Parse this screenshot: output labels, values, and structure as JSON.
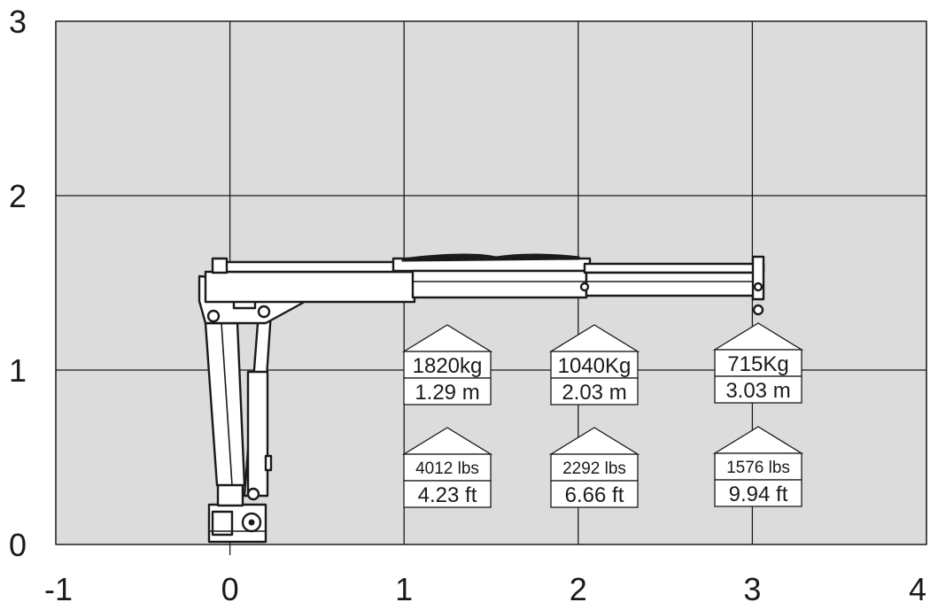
{
  "colors": {
    "plot_bg": "#dcdcdd",
    "grid": "#1a1a1a",
    "ink": "#1a1a1a",
    "box_bg": "#ffffff"
  },
  "chart_data": {
    "type": "diagram",
    "x_ticks": [
      "-1",
      "0",
      "1",
      "2",
      "3",
      "4"
    ],
    "y_ticks": [
      "0",
      "1",
      "2",
      "3"
    ],
    "xlim": [
      -1,
      4
    ],
    "ylim": [
      0,
      3
    ],
    "grid": true,
    "load_points": [
      {
        "x": 1.29,
        "metric_load": "1820kg",
        "metric_reach": "1.29 m",
        "imperial_load": "4012 lbs",
        "imperial_reach": "4.23 ft"
      },
      {
        "x": 2.03,
        "metric_load": "1040Kg",
        "metric_reach": "2.03 m",
        "imperial_load": "2292 lbs",
        "imperial_reach": "6.66 ft"
      },
      {
        "x": 3.03,
        "metric_load": "715Kg",
        "metric_reach": "3.03 m",
        "imperial_load": "1576 lbs",
        "imperial_reach": "9.94 ft"
      }
    ]
  }
}
